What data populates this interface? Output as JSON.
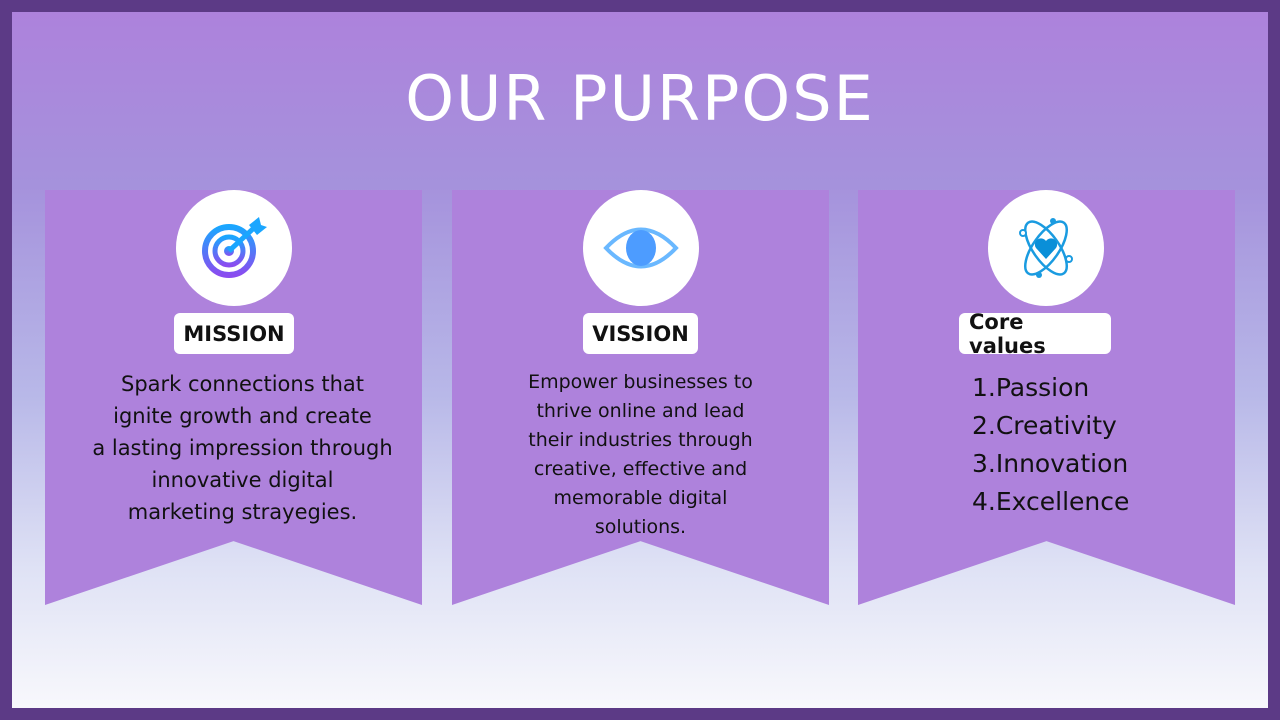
{
  "title": "OUR PURPOSE",
  "cards": [
    {
      "label": "MISSION",
      "icon": "target-icon",
      "text": [
        "Spark connections that",
        "ignite growth and create",
        "a lasting impression through",
        "innovative digital",
        "marketing strayegies."
      ]
    },
    {
      "label": "VISSION",
      "icon": "eye-icon",
      "text": [
        "Empower businesses to",
        "thrive online and lead",
        "their industries through",
        "creative, effective and",
        "memorable digital",
        "solutions."
      ]
    },
    {
      "label": "Core values",
      "icon": "atom-heart-icon",
      "items": [
        "1.Passion",
        "2.Creativity",
        "3.Innovation",
        "4.Excellence"
      ]
    }
  ]
}
